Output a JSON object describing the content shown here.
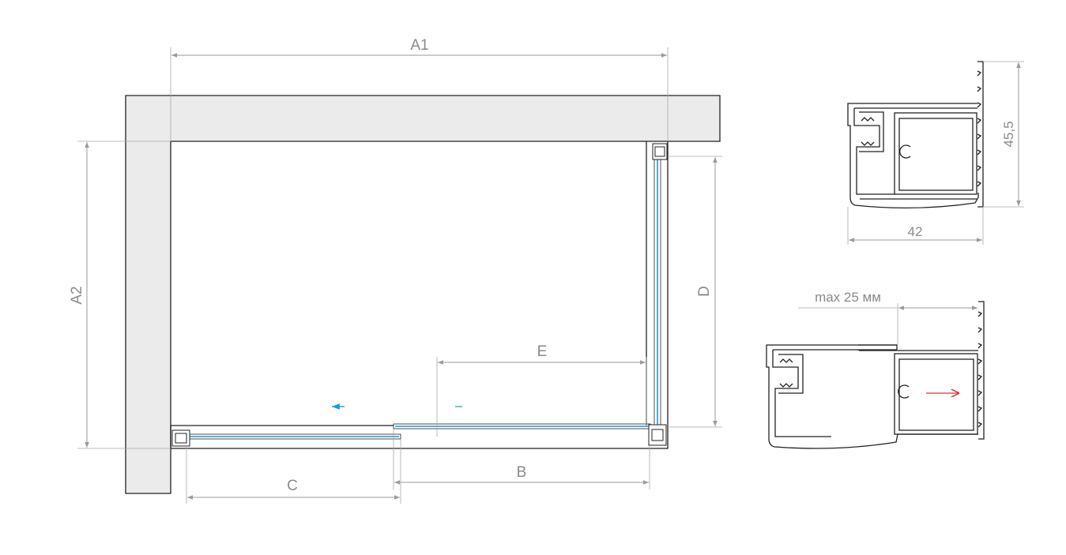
{
  "plan": {
    "labels": {
      "a1": "A1",
      "a2": "A2",
      "b": "B",
      "c": "C",
      "d": "D",
      "e": "E"
    }
  },
  "profile_top": {
    "width": "42",
    "height": "45,5"
  },
  "profile_bottom": {
    "adjustment": "max 25 мм"
  },
  "colors": {
    "glass": "#1a9ad6",
    "open_arrow": "#1a9ad6",
    "shift_arrow": "#e03030",
    "wall_fill": "#ebebeb"
  }
}
